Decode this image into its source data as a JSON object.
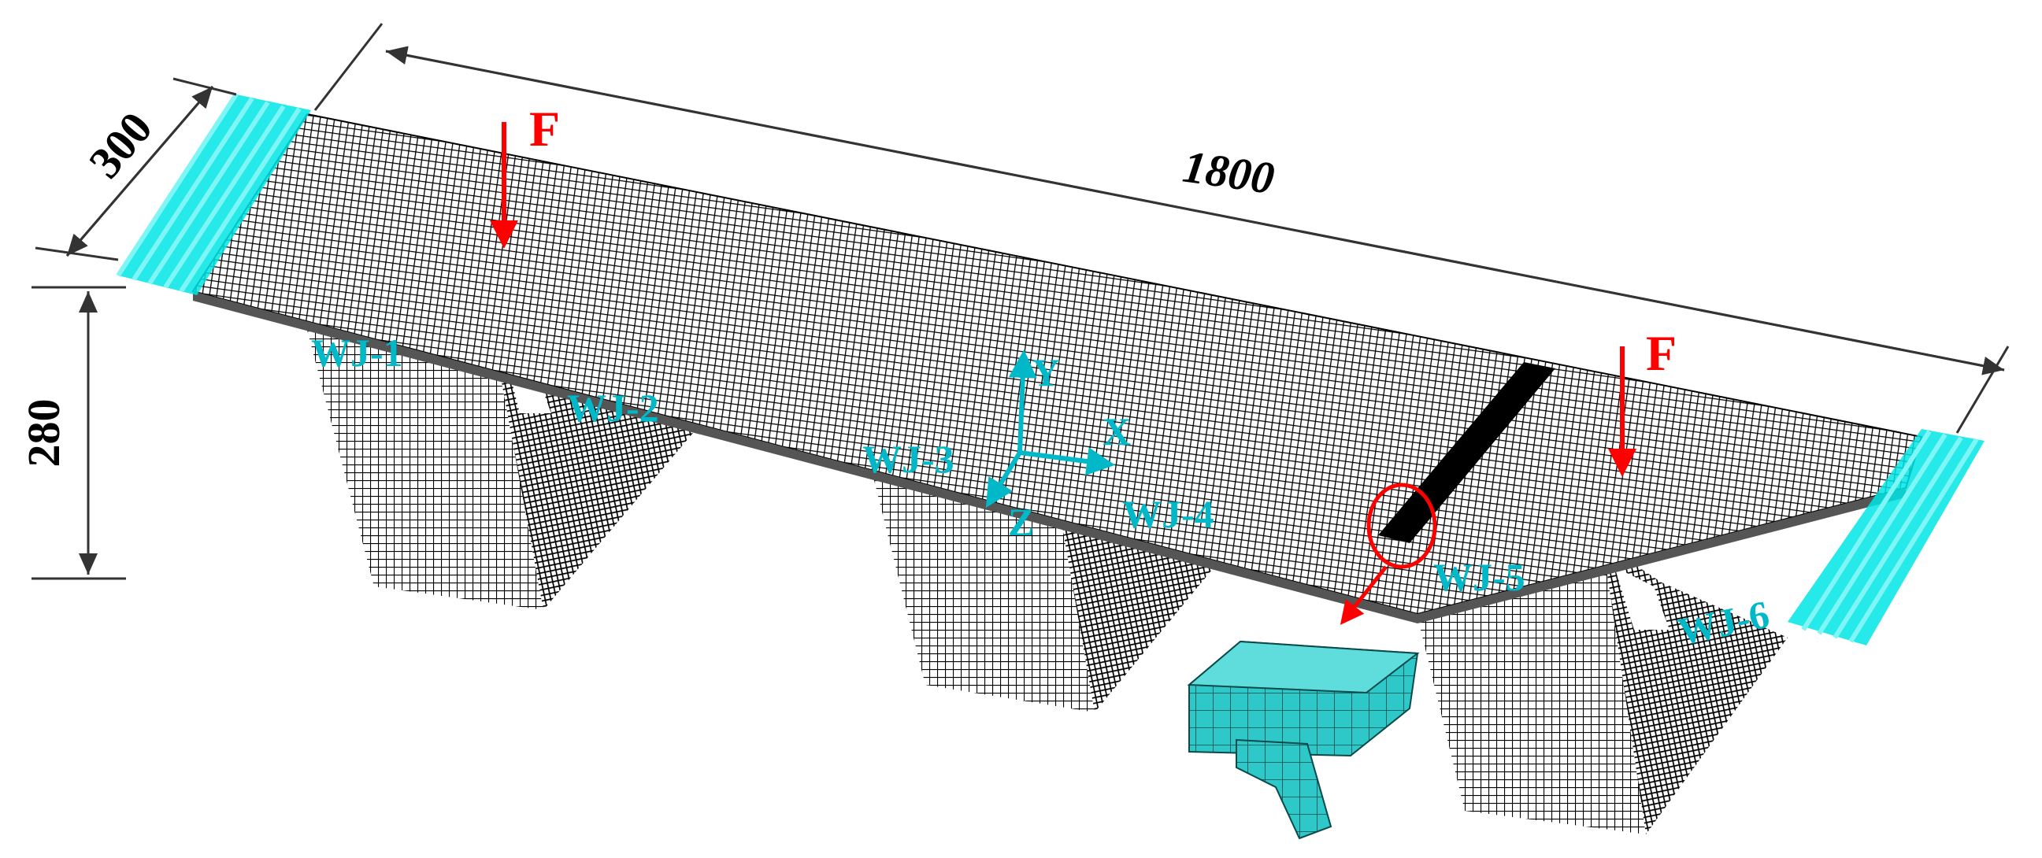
{
  "dimensions": {
    "length": "1800",
    "width": "300",
    "height": "280"
  },
  "loads": [
    {
      "label": "F"
    },
    {
      "label": "F"
    }
  ],
  "axes": {
    "x": "X",
    "y": "Y",
    "z": "Z"
  },
  "welds": [
    "WJ-1",
    "WJ-2",
    "WJ-3",
    "WJ-4",
    "WJ-5",
    "WJ-6"
  ],
  "colors": {
    "mesh": "#000000",
    "boundary": "#00e5e5",
    "load": "#ff0000",
    "label": "#00b8c8",
    "detail": "#2ec8c8"
  }
}
